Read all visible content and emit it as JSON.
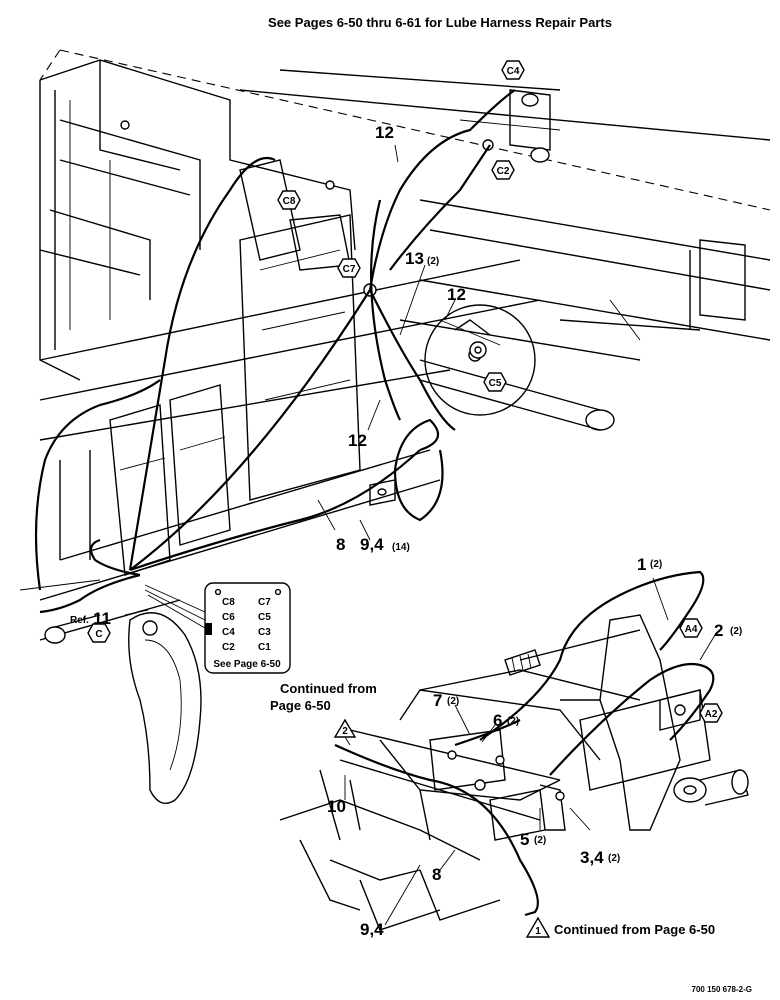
{
  "header": {
    "title": "See Pages 6-50 thru 6-61 for Lube Harness Repair Parts"
  },
  "callouts": {
    "c12_top": "12",
    "c13": "13",
    "c13_qty": "(2)",
    "c12_right": "12",
    "c12_mid": "12",
    "c8_mid": "8",
    "c94_mid": "9,4",
    "c94_mid_qty": "(14)",
    "c1": "1",
    "c1_qty": "(2)",
    "c2": "2",
    "c2_qty": "(2)",
    "c7": "7",
    "c7_qty": "(2)",
    "c6": "6",
    "c6_qty": "(2)",
    "c10": "10",
    "c5": "5",
    "c5_qty": "(2)",
    "c34": "3,4",
    "c34_qty": "(2)",
    "c8_bottom": "8",
    "c94_bottom": "9,4",
    "c11": "11",
    "ref": "Ref."
  },
  "tags": {
    "C4": "C4",
    "C2": "C2",
    "C8": "C8",
    "C7": "C7",
    "C5": "C5",
    "C": "C",
    "A4": "A4",
    "A2": "A2"
  },
  "manifold": {
    "left": [
      "C8",
      "C6",
      "C4",
      "C2"
    ],
    "right": [
      "C7",
      "C5",
      "C3",
      "C1"
    ],
    "caption": "See Page 6-50"
  },
  "continued_top": {
    "line1": "Continued from",
    "line2": "Page 6-50",
    "marker": "2"
  },
  "continued_bottom": {
    "text": "Continued from Page 6-50",
    "marker": "1"
  },
  "footer": {
    "part_number": "700 150 678-2-G"
  }
}
